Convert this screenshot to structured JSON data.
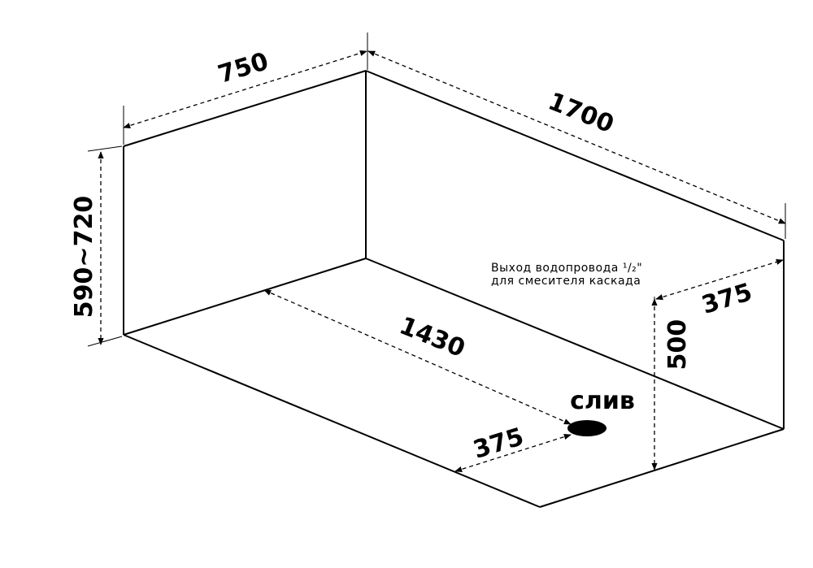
{
  "dimensions": {
    "width": "750",
    "length": "1700",
    "height_range": "590~720",
    "inner_length": "1430",
    "drain_offset": "375",
    "outlet_offset": "375",
    "outlet_height": "500"
  },
  "labels": {
    "drain": "слив",
    "outlet_line1": "Выход водопровода ¹/₂\"",
    "outlet_line2": "для смесителя каскада"
  }
}
